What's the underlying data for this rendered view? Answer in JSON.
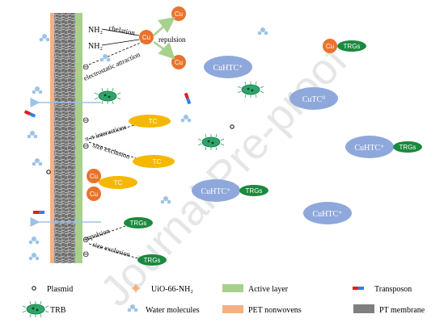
{
  "diagram": {
    "membrane_groups": {
      "amine_1": "NH₂",
      "amine_2": "NH₂",
      "negative_charge": "⊖"
    },
    "interactions": {
      "chelation": "chelation",
      "repulsion_top": "repulsion",
      "electrostatic": "electrostatic attraction",
      "pi_pi": "π-π interactions",
      "size_exclusion_1": "size exclusion",
      "repulsion_bottom": "repulsion",
      "size_exclusion_2": "size exclusion"
    },
    "species": {
      "cu": "Cu",
      "tc": "TC",
      "trgs": "TRGs",
      "cuhtc": "CuHTC⁺",
      "cutc": "CuTC⁰"
    },
    "watermark": "Journal Pre-proof"
  },
  "legend": {
    "plasmid": "Plasmid",
    "uio": "UiO-66-NH₂",
    "active_layer": "Active layer",
    "transposon": "Transposon",
    "trb": "TRB",
    "water": "Water molecules",
    "pet": "PET nonwovens",
    "pt_membrane": "PT membrane"
  },
  "colors": {
    "cu": "#e8742c",
    "tc": "#f5b800",
    "trgs": "#1a8a3e",
    "complex": "#8fa8dc",
    "active_layer": "#a8d08d",
    "pet": "#f4b183",
    "pt": "#7f7f7f",
    "water": "#9dc3e6",
    "transposon_red": "#e02020",
    "transposon_blue": "#2f80ed"
  }
}
